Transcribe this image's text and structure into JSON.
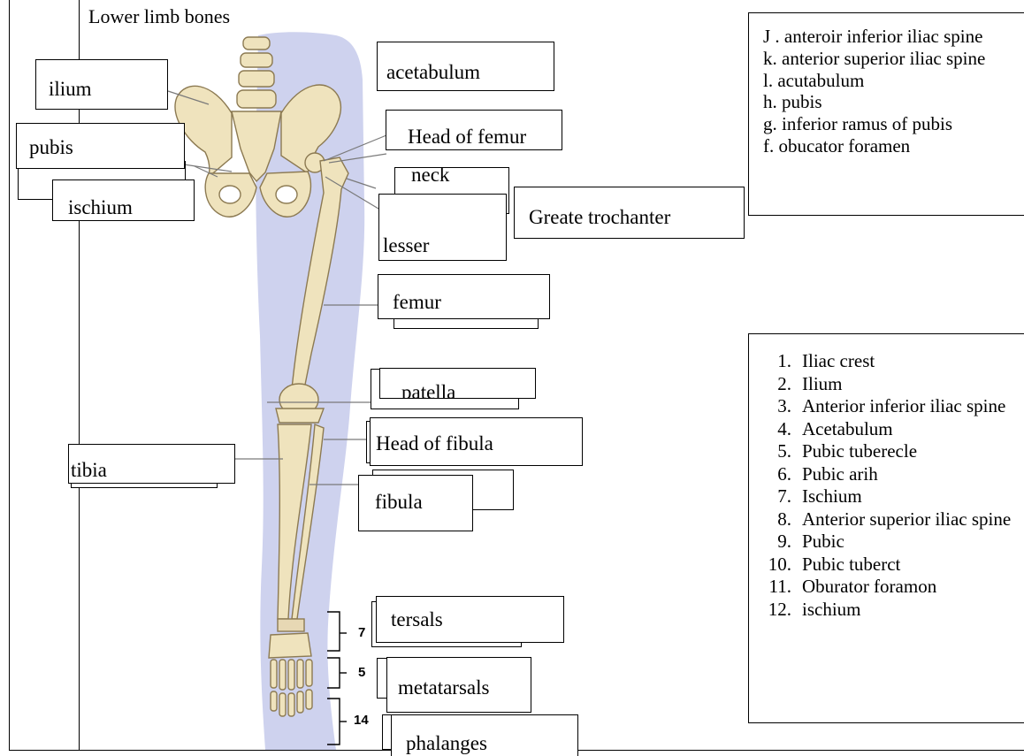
{
  "title": "Lower limb bones",
  "labels": {
    "ilium": "ilium",
    "pubis": "pubis",
    "ischium": "ischium",
    "acetabulum": "acetabulum",
    "head_of_femur": "Head of femur",
    "neck": "neck",
    "greater_trochanter": "Greate trochanter",
    "lesser": "lesser",
    "femur": "femur",
    "patella": "patella",
    "head_of_fibula": "Head of fibula",
    "tibia": "tibia",
    "fibula": "fibula",
    "tarsals": "tersals",
    "metatarsals": "metatarsals",
    "phalanges": "phalanges"
  },
  "foot_counts": {
    "tarsals": "7",
    "metatarsals": "5",
    "phalanges": "14"
  },
  "letter_key": [
    "J . anteroir inferior iliac spine",
    "k. anterior superior iliac spine",
    "l. acutabulum",
    "h. pubis",
    "g. inferior ramus of pubis",
    "f. obucator foramen"
  ],
  "numbered_list": [
    {
      "n": "1.",
      "text": "Iliac crest"
    },
    {
      "n": "2.",
      "text": "Ilium"
    },
    {
      "n": "3.",
      "text": "Anterior inferior iliac spine"
    },
    {
      "n": "4.",
      "text": "Acetabulum"
    },
    {
      "n": "5.",
      "text": "Pubic tuberecle"
    },
    {
      "n": "6.",
      "text": "Pubic arih"
    },
    {
      "n": "7.",
      "text": "Ischium"
    },
    {
      "n": "8.",
      "text": "Anterior superior iliac spine"
    },
    {
      "n": "9.",
      "text": "Pubic"
    },
    {
      "n": "10.",
      "text": "Pubic tuberct"
    },
    {
      "n": "11.",
      "text": "Oburator foramon"
    },
    {
      "n": "12.",
      "text": "ischium"
    }
  ],
  "colors": {
    "bone": "#efe3bd",
    "bone_outline": "#8c7a52",
    "leg_shadow": "#c9cdec",
    "leader": "#7a7a7a"
  }
}
